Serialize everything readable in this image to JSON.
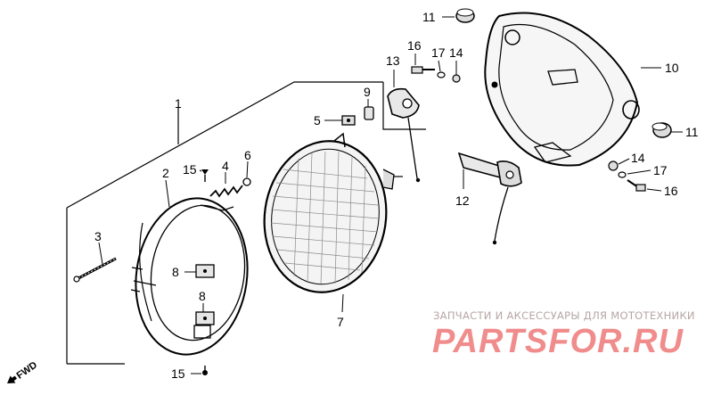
{
  "diagram": {
    "part_labels": {
      "p1": "1",
      "p2": "2",
      "p3": "3",
      "p4": "4",
      "p5": "5",
      "p6": "6",
      "p7": "7",
      "p8a": "8",
      "p8b": "8",
      "p9": "9",
      "p10": "10",
      "p11a": "11",
      "p11b": "11",
      "p12": "12",
      "p13": "13",
      "p14a": "14",
      "p14b": "14",
      "p15a": "15",
      "p15b": "15",
      "p16a": "16",
      "p16b": "16",
      "p17a": "17",
      "p17b": "17"
    },
    "direction_marker": "FWD"
  },
  "watermark": {
    "subtitle": "ЗАПЧАСТИ И АКСЕССУАРЫ ДЛЯ МОТОТЕХНИКИ",
    "brand": "PARTSFOR.RU",
    "brand_color": "#f08c8c"
  }
}
